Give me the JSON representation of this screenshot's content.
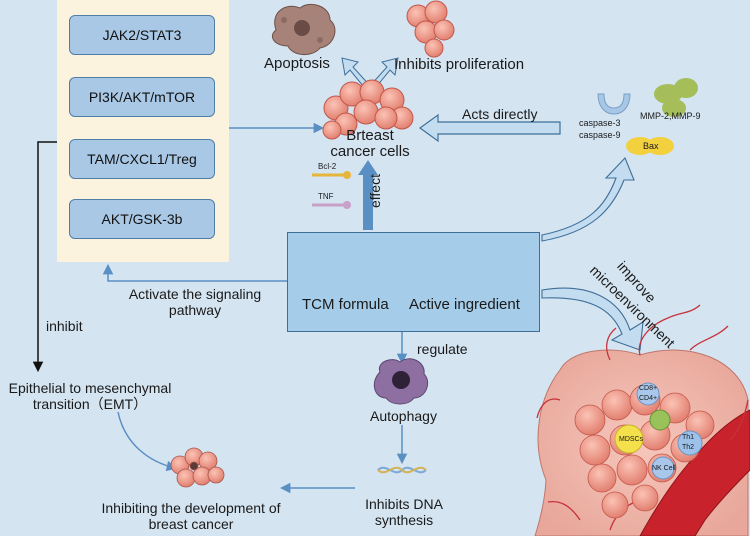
{
  "pathways": [
    "JAK2/STAT3",
    "PI3K/AKT/mTOR",
    "TAM/CXCL1/Treg",
    "AKT/GSK-3b"
  ],
  "top": {
    "apoptosis": "Apoptosis",
    "inhibits_proliferation": "Inhibits proliferation"
  },
  "cancer_cells": {
    "line1": "Brteast",
    "line2": "cancer cells"
  },
  "acts_directly": "Acts directly",
  "effect": "effect",
  "markers": {
    "bcl2": "Bcl-2",
    "tnf": "TNF"
  },
  "proteins": {
    "caspase3": "caspase-3",
    "caspase9": "caspase-9",
    "mmp": "MMP-2,MMP-9",
    "bax": "Bax"
  },
  "center": {
    "tcm_formula": "TCM formula",
    "active_ingredient": "Active ingredient"
  },
  "activate": {
    "line1": "Activate the signaling",
    "line2": "pathway"
  },
  "inhibit": "inhibit",
  "emt": {
    "line1": "Epithelial to mesenchymal",
    "line2": "transition（EMT）"
  },
  "regulate": "regulate",
  "autophagy": "Autophagy",
  "dna": {
    "line1": "Inhibits DNA",
    "line2": "synthesis"
  },
  "development": {
    "line1": "Inhibiting the development of",
    "line2": "breast cancer"
  },
  "improve": {
    "line1": "improve",
    "line2": "microenvironment"
  },
  "immune": {
    "cd8": "CD8+",
    "cd4": "CD4+",
    "mdscs": "MDSCs",
    "th1": "Th1",
    "th2": "Th2",
    "nk": "NK Cell"
  },
  "colors": {
    "background": "#d4e4f1",
    "panel": "#fbf3dd",
    "pathway_fill": "#a9c8e6",
    "center_fill": "#a5cce8",
    "arrow": "#5a8fc4",
    "cell": "#e98576"
  }
}
